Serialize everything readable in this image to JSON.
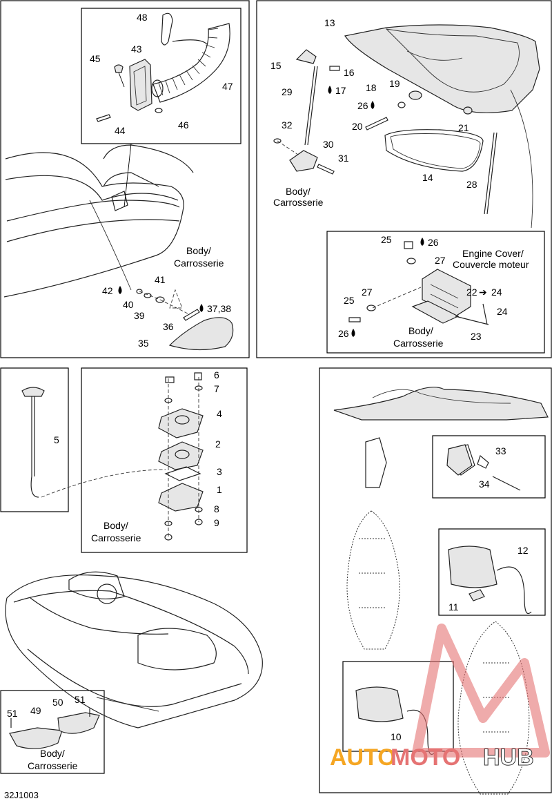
{
  "doc_id": "32J1003",
  "watermark": {
    "part1": "AUTO",
    "part2": "MOTO",
    "part3": "HUB",
    "color1": "#f5a623",
    "color2": "#e57373",
    "color3": "#ffffff"
  },
  "callouts": {
    "n1": "1",
    "n2": "2",
    "n3": "3",
    "n4": "4",
    "n5": "5",
    "n6": "6",
    "n7": "7",
    "n8": "8",
    "n9": "9",
    "n10": "10",
    "n11": "11",
    "n12": "12",
    "n13": "13",
    "n14": "14",
    "n15": "15",
    "n16": "16",
    "n17": "17",
    "n18": "18",
    "n19": "19",
    "n20": "20",
    "n21": "21",
    "n22": "22",
    "n22_24": "22",
    "n23": "23",
    "n24": "24",
    "n25a": "25",
    "n25b": "25",
    "n26a": "26",
    "n26b": "26",
    "n26c": "26",
    "n27a": "27",
    "n27b": "27",
    "n28": "28",
    "n29": "29",
    "n30": "30",
    "n31": "31",
    "n32": "32",
    "n33": "33",
    "n34": "34",
    "n35": "35",
    "n36": "36",
    "n37_38": "37,38",
    "n39": "39",
    "n40": "40",
    "n41": "41",
    "n42": "42",
    "n43": "43",
    "n44": "44",
    "n45": "45",
    "n46": "46",
    "n47": "47",
    "n48": "48",
    "n49": "49",
    "n50": "50",
    "n51a": "51",
    "n51b": "51",
    "arrow_24": "24"
  },
  "labels": {
    "body": "Body/",
    "carrosserie": "Carrosserie",
    "engine_cover": "Engine Cover/",
    "couvercle_moteur": "Couvercle moteur"
  }
}
